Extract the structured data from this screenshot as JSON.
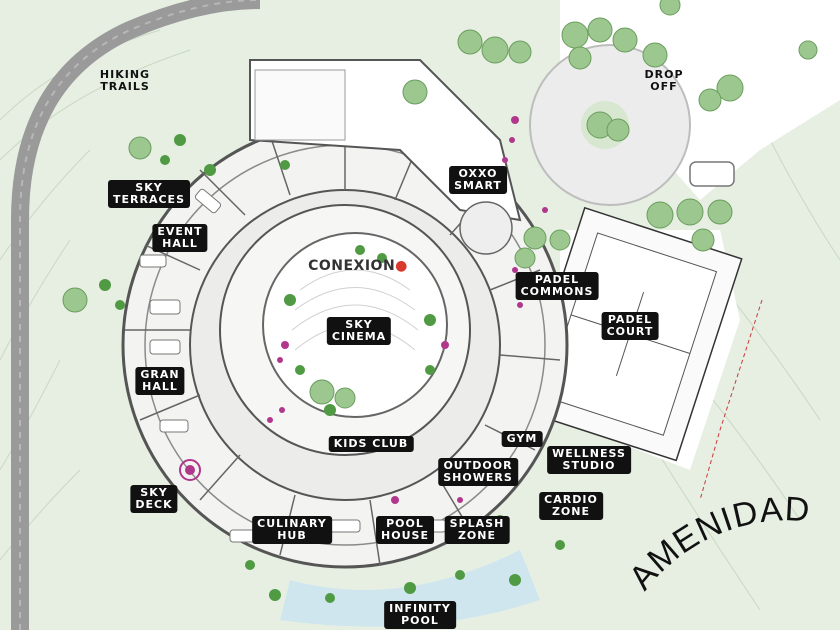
{
  "map": {
    "title": "AMENIDADES",
    "brand": "CONEXION",
    "labels": [
      {
        "id": "hiking-trails",
        "text": "HIKING\nTRAILS",
        "style": "plain"
      },
      {
        "id": "drop-off",
        "text": "DROP\nOFF",
        "style": "plain"
      },
      {
        "id": "sky-terraces",
        "text": "SKY\nTERRACES",
        "style": "box"
      },
      {
        "id": "event-hall",
        "text": "EVENT\nHALL",
        "style": "box"
      },
      {
        "id": "oxxo-smart",
        "text": "OXXO\nSMART",
        "style": "box"
      },
      {
        "id": "padel-commons",
        "text": "PADEL\nCOMMONS",
        "style": "box"
      },
      {
        "id": "padel-court",
        "text": "PADEL\nCOURT",
        "style": "box"
      },
      {
        "id": "sky-cinema",
        "text": "SKY\nCINEMA",
        "style": "box"
      },
      {
        "id": "gran-hall",
        "text": "GRAN\nHALL",
        "style": "box"
      },
      {
        "id": "kids-club",
        "text": "KIDS CLUB",
        "style": "box"
      },
      {
        "id": "gym",
        "text": "GYM",
        "style": "box"
      },
      {
        "id": "wellness-studio",
        "text": "WELLNESS\nSTUDIO",
        "style": "box"
      },
      {
        "id": "outdoor-showers",
        "text": "OUTDOOR\nSHOWERS",
        "style": "box"
      },
      {
        "id": "sky-deck",
        "text": "SKY\nDECK",
        "style": "box"
      },
      {
        "id": "cardio-zone",
        "text": "CARDIO\nZONE",
        "style": "box"
      },
      {
        "id": "culinary-hub",
        "text": "CULINARY\nHUB",
        "style": "box"
      },
      {
        "id": "pool-house",
        "text": "POOL\nHOUSE",
        "style": "box"
      },
      {
        "id": "splash-zone",
        "text": "SPLASH\nZONE",
        "style": "box"
      },
      {
        "id": "infinity-pool",
        "text": "INFINITY\nPOOL",
        "style": "box"
      }
    ],
    "colors": {
      "terrain": "#e6efe2",
      "terrain_line": "#c9d8c3",
      "road": "#9a9a9a",
      "building": "#f3f3f1",
      "wall": "#555555",
      "tree": "#9cc890",
      "tree_dark": "#4f9a43",
      "flowers": "#b0378c",
      "pool": "#cfe6ef",
      "label_bg": "#111111",
      "label_text": "#ffffff",
      "logo_pin": "#d9382c"
    }
  }
}
